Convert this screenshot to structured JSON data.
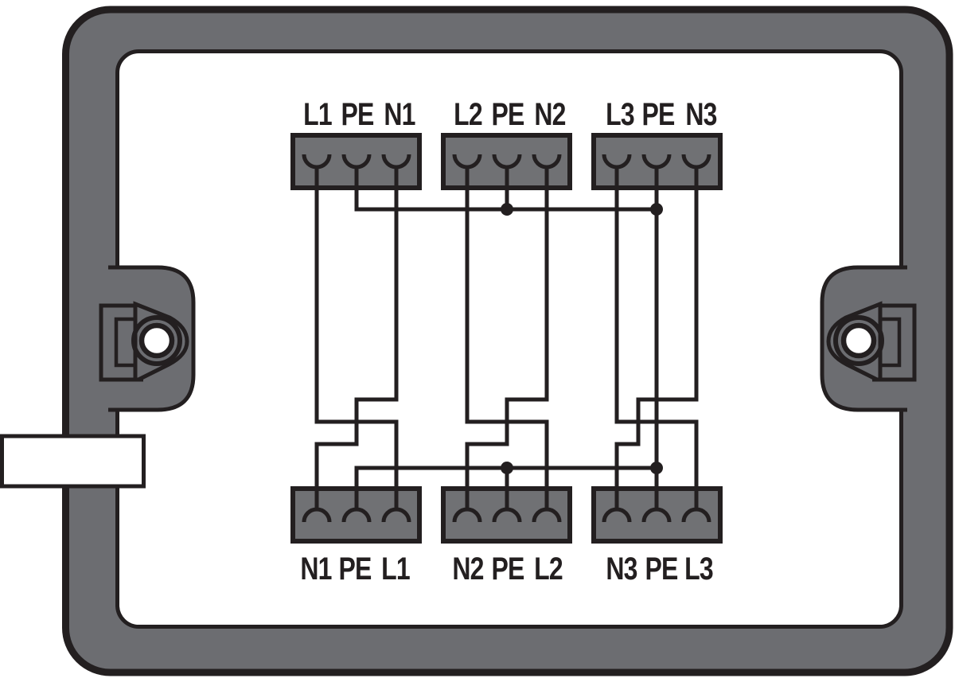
{
  "diagram": {
    "kind": "distribution-box-wiring-diagram",
    "colors": {
      "frame_gray": "#6c6d71",
      "block_gray": "#707174",
      "line_black": "#231f20",
      "background": "#ffffff"
    },
    "blocks": {
      "top": [
        {
          "labels": [
            "L1",
            "PE",
            "N1"
          ]
        },
        {
          "labels": [
            "L2",
            "PE",
            "N2"
          ]
        },
        {
          "labels": [
            "L3",
            "PE",
            "N3"
          ]
        }
      ],
      "bottom": [
        {
          "labels": [
            "N1",
            "PE",
            "L1"
          ]
        },
        {
          "labels": [
            "N2",
            "PE",
            "L2"
          ]
        },
        {
          "labels": [
            "N3",
            "PE",
            "L3"
          ]
        }
      ]
    },
    "wiring": {
      "connections": [
        {
          "from": "top L1",
          "to": "bottom L1"
        },
        {
          "from": "top N1",
          "to": "bottom N1"
        },
        {
          "from": "top L2",
          "to": "bottom L2"
        },
        {
          "from": "top N2",
          "to": "bottom N2"
        },
        {
          "from": "top L3",
          "to": "bottom L3"
        },
        {
          "from": "top N3",
          "to": "bottom N3"
        }
      ],
      "pe_bus": "All six PE terminals joined by common tie rails (top and bottom) with four junction dots"
    }
  }
}
